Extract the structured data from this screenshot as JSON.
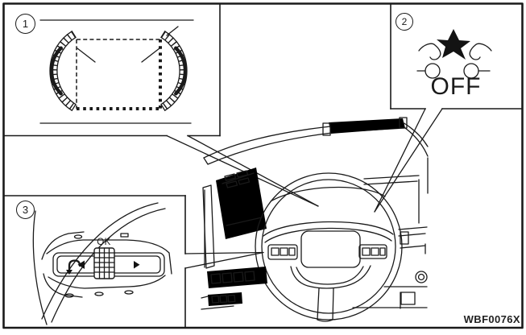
{
  "colors": {
    "line": "#1a1a1a",
    "background": "#ffffff"
  },
  "figure": {
    "code": "WBF0076X"
  },
  "callouts": [
    {
      "number": "1"
    },
    {
      "number": "2"
    },
    {
      "number": "3"
    }
  ],
  "indicator": {
    "state_text": "OFF"
  },
  "switches": {
    "ok_label": "OK"
  }
}
